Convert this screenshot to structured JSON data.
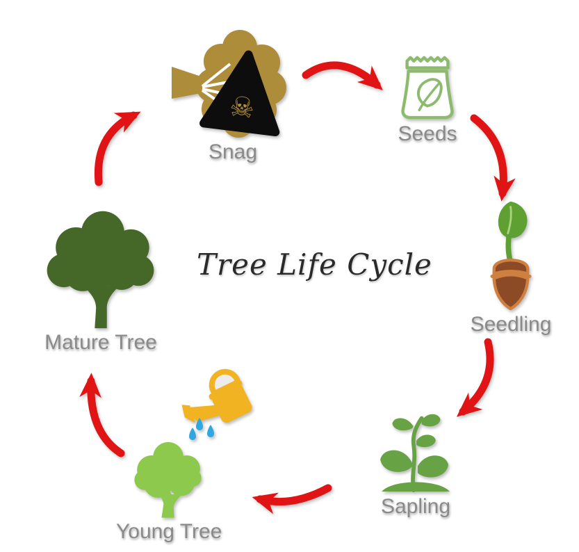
{
  "title": "Tree Life Cycle",
  "stages": [
    {
      "id": "snag",
      "label": "Snag",
      "icon": "dead-tree-warning-icon"
    },
    {
      "id": "seeds",
      "label": "Seeds",
      "icon": "seed-packet-icon"
    },
    {
      "id": "seedling",
      "label": "Seedling",
      "icon": "acorn-sprout-icon"
    },
    {
      "id": "sapling",
      "label": "Sapling",
      "icon": "sapling-plant-icon"
    },
    {
      "id": "young-tree",
      "label": "Young Tree",
      "icon": "young-tree-icon"
    },
    {
      "id": "mature-tree",
      "label": "Mature Tree",
      "icon": "mature-tree-icon"
    }
  ],
  "extra_icons": [
    "watering-can-icon",
    "water-drops-icon",
    "skull-crossbones-icon"
  ],
  "icons": {
    "skull_glyph": "☠"
  },
  "cycle_arrows": [
    {
      "from": "Snag",
      "to": "Seeds"
    },
    {
      "from": "Seeds",
      "to": "Seedling"
    },
    {
      "from": "Seedling",
      "to": "Sapling"
    },
    {
      "from": "Sapling",
      "to": "Young Tree"
    },
    {
      "from": "Young Tree",
      "to": "Mature Tree"
    },
    {
      "from": "Mature Tree",
      "to": "Snag"
    }
  ],
  "colors": {
    "arrow_red": "#e01414",
    "label_gray": "#8a8a8a",
    "title_ink": "#2a2a2a",
    "snag_tan": "#ad8c3a",
    "triangle_black": "#0d0d0d",
    "seeds_green": "#8dbb6e",
    "leaf_green": "#5fa033",
    "leaf_vein": "#a8d37f",
    "acorn_brown": "#8c4a26",
    "acorn_light": "#ce8040",
    "sapling_green": "#67a244",
    "young_green": "#8cc94c",
    "mature_green": "#456829",
    "can_yellow": "#f2b322",
    "handle_fill": "#ececec",
    "drop_blue": "#2fa8e0"
  }
}
